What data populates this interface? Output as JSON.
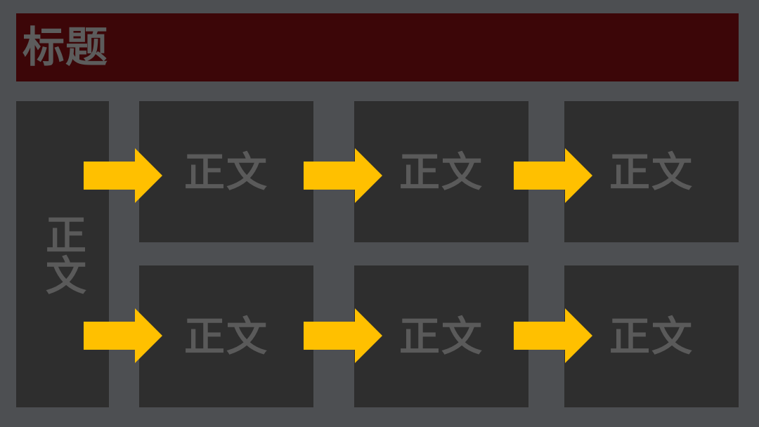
{
  "colors": {
    "background": "#4d4f52",
    "title_bar": "#3c0608",
    "title_text": "#5c5c5c",
    "box": "#2e2e2e",
    "box_text": "#5a5a5a",
    "arrow": "#ffc000"
  },
  "title": "标题",
  "side_box": {
    "label": "正文"
  },
  "boxes": [
    {
      "label": "正文"
    },
    {
      "label": "正文"
    },
    {
      "label": "正文"
    },
    {
      "label": "正文"
    },
    {
      "label": "正文"
    },
    {
      "label": "正文"
    }
  ],
  "arrow_icon": "right-arrow-icon"
}
